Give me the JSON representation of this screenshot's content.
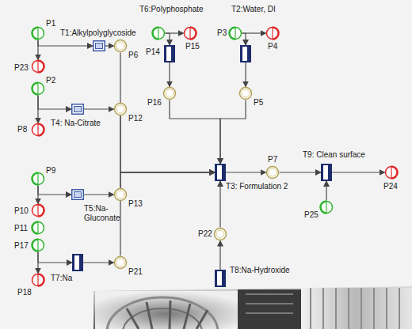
{
  "diagram": {
    "nodes": [
      {
        "text": [
          "P1"
        ]
      },
      {
        "text": [
          "T1:Alkylpolyglycoside"
        ]
      },
      {
        "text": [
          "P6"
        ]
      },
      {
        "text": [
          "T6:Polyphosphate"
        ]
      },
      {
        "text": [
          "P14"
        ]
      },
      {
        "text": [
          "P15"
        ]
      },
      {
        "text": [
          "T2:Water, DI"
        ]
      },
      {
        "text": [
          "P3"
        ]
      },
      {
        "text": [
          "P4"
        ]
      },
      {
        "text": [
          "P23"
        ]
      },
      {
        "text": [
          "P2"
        ]
      },
      {
        "text": [
          "P8"
        ]
      },
      {
        "text": [
          "T4: Na-Citrate"
        ]
      },
      {
        "text": [
          "P12"
        ]
      },
      {
        "text": [
          "P16"
        ]
      },
      {
        "text": [
          "P5"
        ]
      },
      {
        "text": [
          "T3: Formulation 2"
        ]
      },
      {
        "text": [
          "P7"
        ]
      },
      {
        "text": [
          "T9: Clean surface"
        ]
      },
      {
        "text": [
          "P24"
        ]
      },
      {
        "text": [
          "P25"
        ]
      },
      {
        "text": [
          "P22"
        ]
      },
      {
        "text": [
          "P9"
        ]
      },
      {
        "text": [
          "P10"
        ]
      },
      {
        "text": [
          "T5:Na-Gluconate"
        ]
      },
      {
        "text": [
          "P13"
        ]
      },
      {
        "text": [
          "P11"
        ]
      },
      {
        "text": [
          "P17"
        ]
      },
      {
        "text": [
          "T7:Na"
        ]
      },
      {
        "text": [
          "P21"
        ]
      },
      {
        "text": [
          "P18"
        ]
      },
      {
        "text": [
          "T8:Na-Hydroxide"
        ]
      }
    ],
    "edges": [
      {
        "from": 0,
        "to": 1,
        "arrow": "to"
      },
      {
        "from": 0,
        "to": 9,
        "arrow": "to"
      },
      {
        "from": 1,
        "to": 2,
        "arrow": "to"
      },
      {
        "from": 2,
        "to": 16,
        "arrow": "to"
      },
      {
        "from": 4,
        "to": 5,
        "arrow": "to"
      },
      {
        "from": 4,
        "to": 3,
        "arrow": "to"
      },
      {
        "from": 3,
        "to": 14,
        "arrow": "to"
      },
      {
        "from": 7,
        "to": 8,
        "arrow": "to"
      },
      {
        "from": 7,
        "to": 6,
        "arrow": "to"
      },
      {
        "from": 6,
        "to": 15,
        "arrow": "to"
      },
      {
        "from": 10,
        "to": 12,
        "arrow": "to"
      },
      {
        "from": 10,
        "to": 11,
        "arrow": "to"
      },
      {
        "from": 12,
        "to": 13,
        "arrow": "to"
      },
      {
        "from": 13,
        "to": 16,
        "arrow": "to"
      },
      {
        "from": 14,
        "to": 16,
        "arrow": "to"
      },
      {
        "from": 15,
        "to": 16,
        "arrow": "to"
      },
      {
        "from": 16,
        "to": 17,
        "arrow": "to"
      },
      {
        "from": 17,
        "to": 18,
        "arrow": "to"
      },
      {
        "from": 18,
        "to": 19,
        "arrow": "to"
      },
      {
        "from": 20,
        "to": 18,
        "arrow": "to"
      },
      {
        "from": 21,
        "to": 16,
        "arrow": "to"
      },
      {
        "from": 22,
        "to": 24,
        "arrow": "to"
      },
      {
        "from": 22,
        "to": 23,
        "arrow": "to"
      },
      {
        "from": 24,
        "to": 25,
        "arrow": "to"
      },
      {
        "from": 25,
        "to": 16,
        "arrow": "to"
      },
      {
        "from": 27,
        "to": 28,
        "arrow": "to"
      },
      {
        "from": 27,
        "to": 30,
        "arrow": "to"
      },
      {
        "from": 28,
        "to": 29,
        "arrow": "to"
      },
      {
        "from": 29,
        "to": 16,
        "arrow": "to"
      },
      {
        "from": 31,
        "to": 21,
        "arrow": "to"
      }
    ]
  }
}
